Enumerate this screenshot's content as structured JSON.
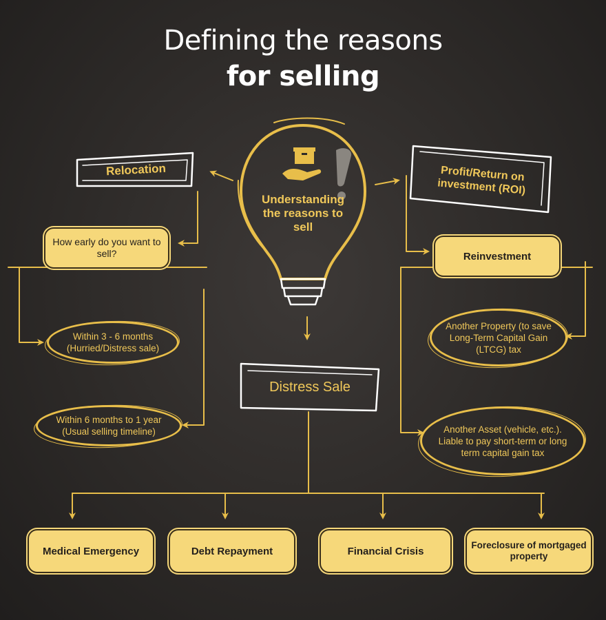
{
  "title": {
    "line1": "Defining the reasons",
    "line2": "for selling"
  },
  "center": {
    "label": "Understanding the reasons to sell"
  },
  "left": {
    "header": "Relocation",
    "question": "How early do you want to sell?",
    "options": [
      "Within 3 - 6 months (Hurried/Distress sale)",
      "Within 6 months to 1 year (Usual selling timeline)"
    ]
  },
  "right": {
    "header": "Profit/Return on investment (ROI)",
    "node": "Reinvestment",
    "options": [
      "Another Property (to save Long-Term Capital Gain (LTCG) tax",
      "Another Asset (vehicle, etc.). Liable to pay short-term or long term capital gain tax"
    ]
  },
  "bottom": {
    "header": "Distress Sale",
    "items": [
      "Medical Emergency",
      "Debt Repayment",
      "Financial Crisis",
      "Foreclosure of mortgaged property"
    ]
  },
  "colors": {
    "accent": "#e8be4a",
    "fill": "#f6d87a",
    "background": "#2d2a28",
    "text_dark": "#231f1c"
  },
  "icons": [
    "lightbulb-icon",
    "hand-box-icon",
    "exclamation-icon"
  ]
}
